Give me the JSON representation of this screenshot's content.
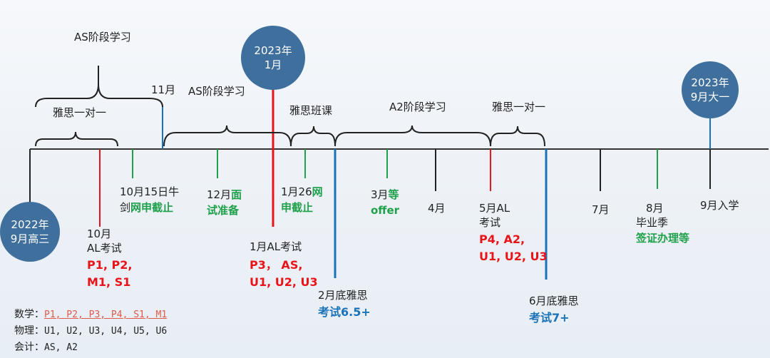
{
  "circles": {
    "start": [
      "2022年",
      "9月高三"
    ],
    "jan": [
      "2023年",
      "1月"
    ],
    "end": [
      "2023年",
      "9月大一"
    ]
  },
  "braces": {
    "as_top": "AS阶段学习",
    "ielts_1": "雅思一对一",
    "nov": "11月",
    "as_mid": "AS阶段学习",
    "ielts_class": "雅思班课",
    "a2": "A2阶段学习",
    "ielts_2": "雅思一对一"
  },
  "events": {
    "oct_title": [
      "10月",
      "AL考试"
    ],
    "oct_papers": [
      "P1, P2,",
      "M1, S1"
    ],
    "oct15_plain": "10月15日牛",
    "oct15_green_pre": "剑",
    "oct15_green": "网申截止",
    "dec_plain1": "12月",
    "dec_green1": "面",
    "dec_green2": "试准备",
    "jan26_plain": "1月26",
    "jan26_green1": "网",
    "jan26_green2": "申截止",
    "jan_al": "1月AL考试",
    "jan_papers": [
      "P3， AS,",
      "U1, U2, U3"
    ],
    "feb_title": "2月底雅思",
    "feb_score": "考试6.5+",
    "mar_plain": "3月",
    "mar_green1": "等",
    "mar_green2": "offer",
    "apr": "4月",
    "may_title": [
      "5月AL",
      "考试"
    ],
    "may_papers": [
      "P4, A2,",
      "U1, U2, U3"
    ],
    "jun_title": "6月底雅思",
    "jun_score": "考试7+",
    "jul": "7月",
    "aug_title": [
      "8月",
      "毕业季"
    ],
    "aug_green": "签证办理等",
    "sep": "9月入学"
  },
  "legend": [
    {
      "label": "数学：",
      "value": "P1, P2, P3, P4, S1, M1"
    },
    {
      "label": "物理：",
      "value": "U1, U2, U3, U4, U5, U6"
    },
    {
      "label": "会计：",
      "value": "AS, A2"
    }
  ],
  "colors": {
    "timeline": "#333333",
    "red": "#e8141a",
    "green": "#1fa04a",
    "blue": "#1a73b8",
    "circle": "#3f6f9c",
    "tick": "#222222"
  }
}
